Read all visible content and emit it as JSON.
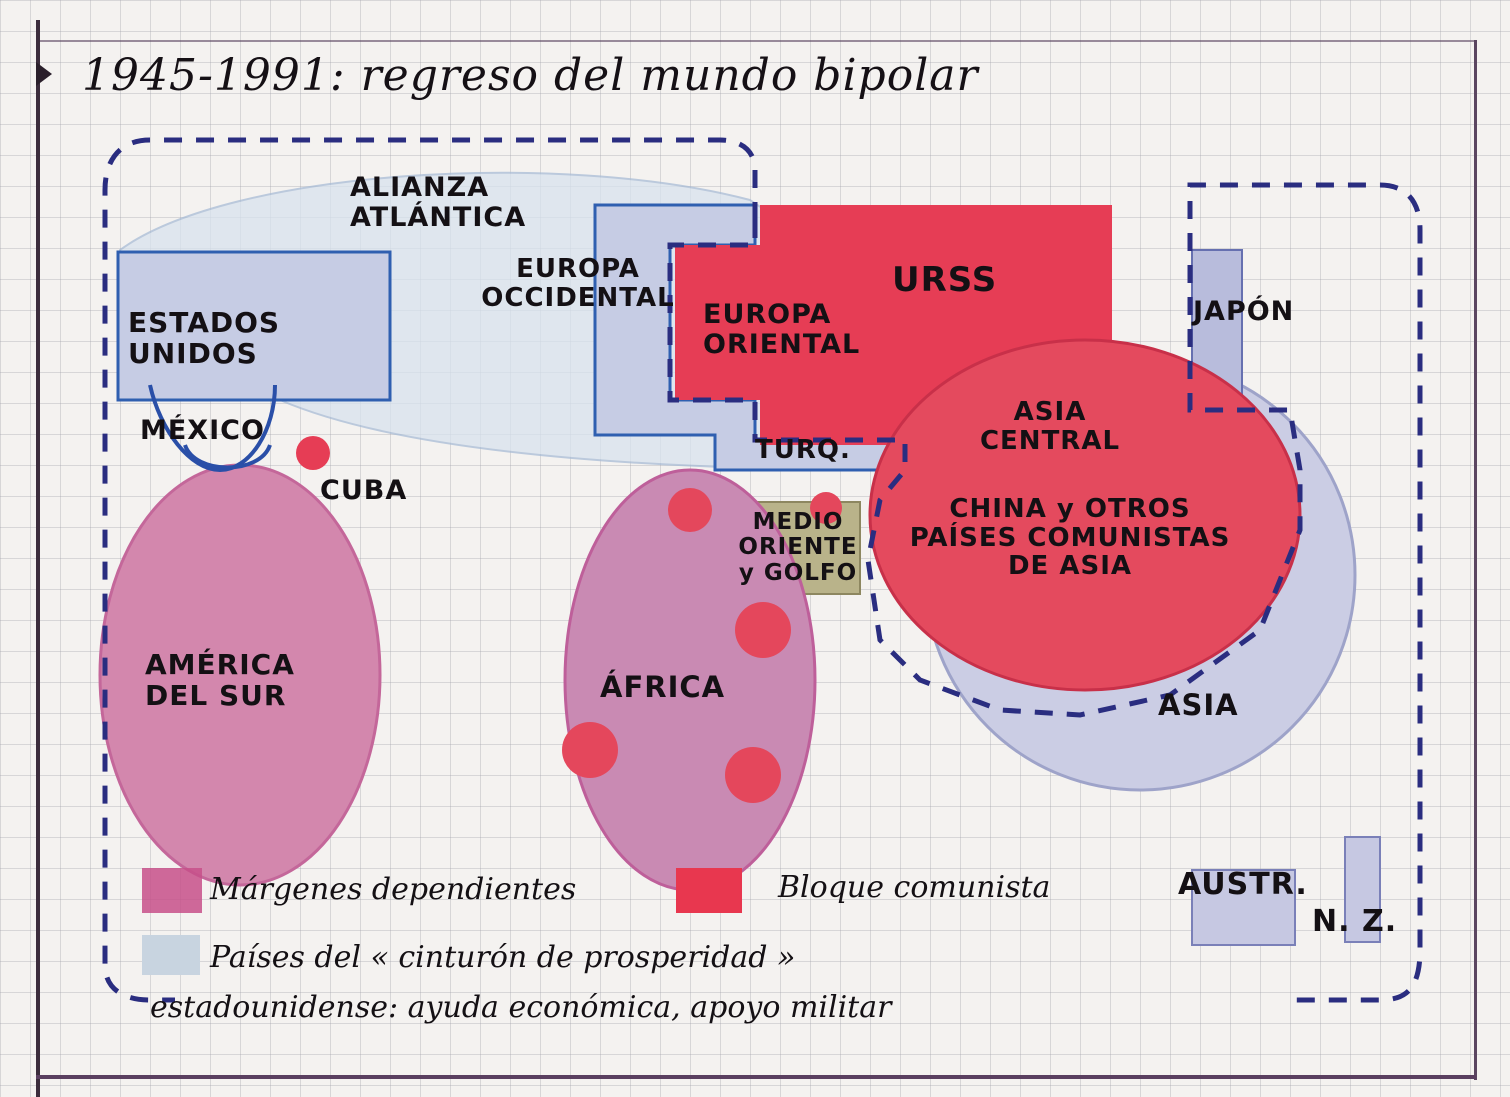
{
  "title": "1945-1991: regreso del mundo bipolar",
  "colors": {
    "margenes_dependientes": "#c7508a",
    "bloque_comunista": "#e8374f",
    "cinturon_prosperidad": "#c4c8e0",
    "dashed_border": "#2a2d80",
    "medio_oriente": "#a8a27a"
  },
  "regions": {
    "alianza": "ALIANZA ATLÁNTICA",
    "estados_unidos": "ESTADOS UNIDOS",
    "mexico": "MÉXICO",
    "cuba": "CUBA",
    "europa_occidental": "EUROPA OCCIDENTAL",
    "europa_oriental": "EUROPA ORIENTAL",
    "urss": "URSS",
    "japon": "JAPÓN",
    "asia_central": "ASIA CENTRAL",
    "turquia": "TURQ.",
    "medio_oriente": "MEDIO ORIENTE y GOLFO",
    "china": "CHINA y OTROS PAÍSES COMUNISTAS DE ASIA",
    "asia": "ASIA",
    "america_sur": "AMÉRICA DEL SUR",
    "africa": "ÁFRICA",
    "australia": "AUSTR.",
    "nueva_zelanda": "N. Z."
  },
  "legend": {
    "margenes": "Márgenes dependientes",
    "bloque": "Bloque comunista",
    "cinturon_line1": "Países del « cinturón de prosperidad »",
    "cinturon_line2": "estadounidense: ayuda económica, apoyo militar"
  }
}
